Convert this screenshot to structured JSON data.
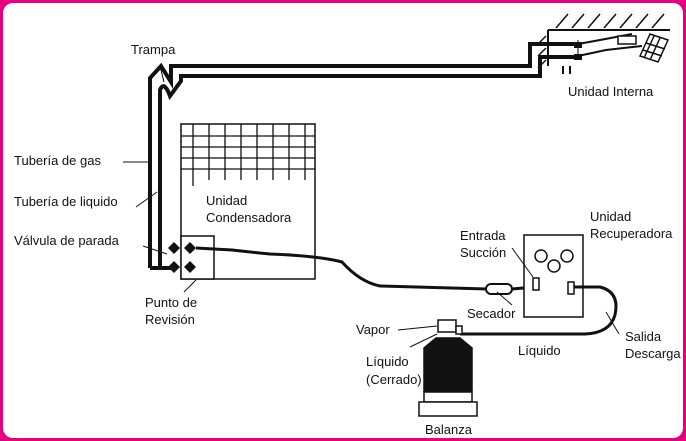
{
  "colors": {
    "border": "#e6007e",
    "background": "#ffffff",
    "ink": "#111111"
  },
  "labels": {
    "trampa": "Trampa",
    "tuberia_gas": "Tubería de gas",
    "tuberia_liquido": "Tubería de liquido",
    "valvula_parada": "Válvula de parada",
    "punto_revision_1": "Punto de",
    "punto_revision_2": "Revisión",
    "unidad_condensadora_1": "Unidad",
    "unidad_condensadora_2": "Condensadora",
    "unidad_interna": "Unidad Interna",
    "entrada_succion_1": "Entrada",
    "entrada_succion_2": "Succión",
    "unidad_recuperadora_1": "Unidad",
    "unidad_recuperadora_2": "Recuperadora",
    "secador": "Secador",
    "vapor": "Vapor",
    "liquido_cerrado_1": "Líquido",
    "liquido_cerrado_2": "(Cerrado)",
    "liquido": "Líquido",
    "salida_descarga_1": "Salida",
    "salida_descarga_2": "Descarga",
    "balanza": "Balanza"
  }
}
